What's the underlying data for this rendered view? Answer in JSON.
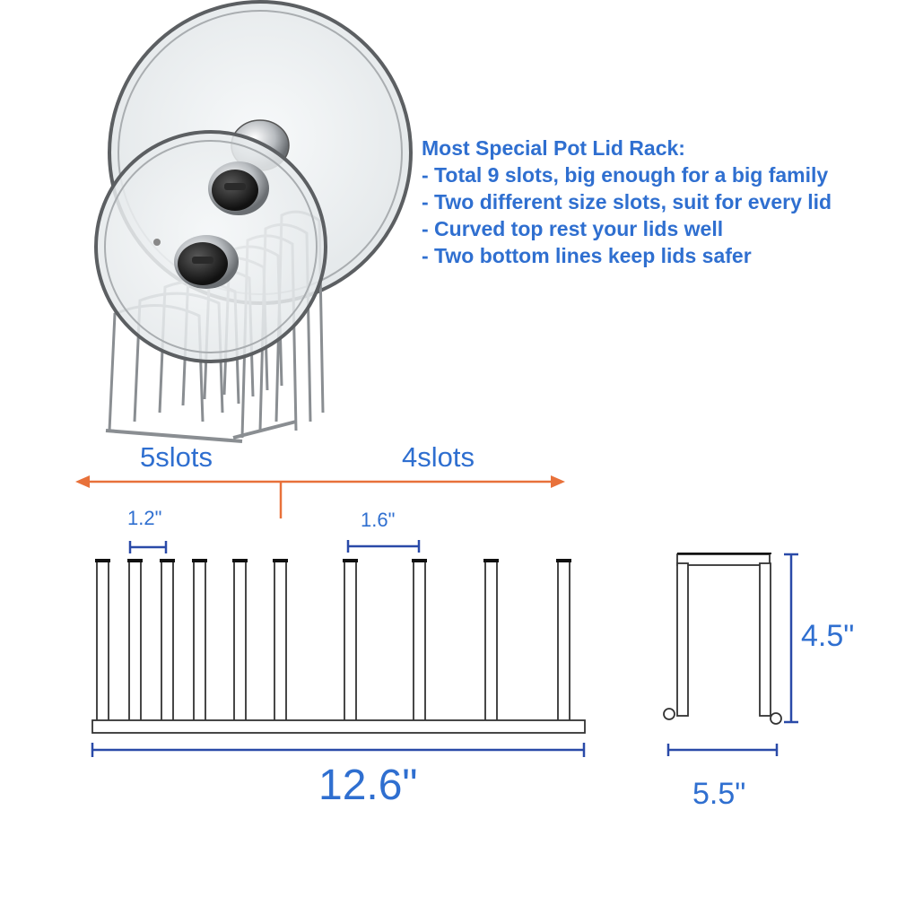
{
  "features": {
    "title": "Most Special Pot Lid Rack:",
    "items": [
      "- Total 9 slots, big enough for a big family",
      "- Two different size slots, suit for every lid",
      "- Curved top rest your lids well",
      "- Two bottom lines keep lids safer"
    ]
  },
  "dimensions": {
    "left_slots": "5slots",
    "right_slots": "4slots",
    "small_gap": "1.2\"",
    "large_gap": "1.6\"",
    "length": "12.6\"",
    "height": "4.5\"",
    "width": "5.5\""
  },
  "colors": {
    "text": "#2f6fd0",
    "arrow": "#e8713a",
    "dimension_line": "#2a4aa8",
    "outline": "#333333"
  }
}
